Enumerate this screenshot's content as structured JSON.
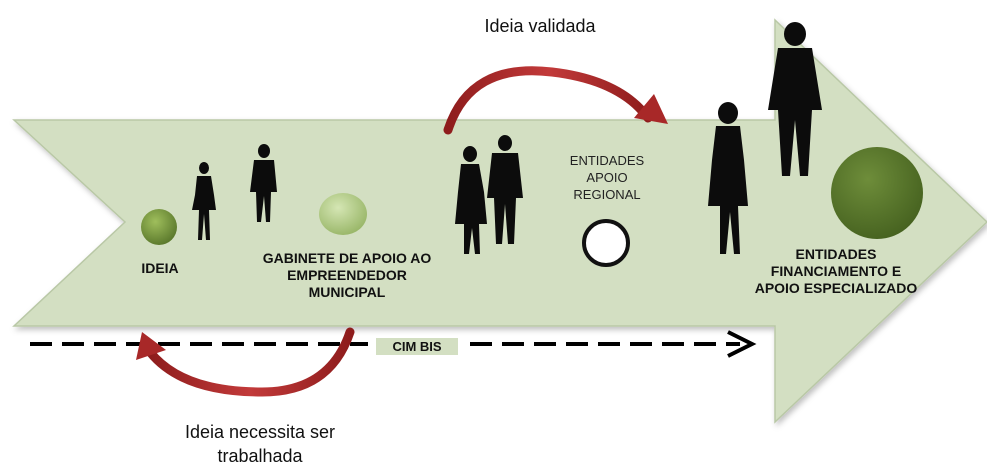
{
  "top_label": "Ideia validada",
  "bottom_label": "Ideia necessita ser trabalhada",
  "timeline_label": "CIM BIS",
  "stages": [
    {
      "label": "IDEIA"
    },
    {
      "label": "GABINETE DE APOIO AO EMPREENDEDOR MUNICIPAL"
    },
    {
      "label": "ENTIDADES APOIO REGIONAL"
    },
    {
      "label": "ENTIDADES FINANCIAMENTO E APOIO ESPECIALIZADO"
    }
  ],
  "colors": {
    "arrow_fill": "#d3dfc2",
    "arrow_stroke": "#b9c8a6",
    "loop_arrow": "#b02a2a",
    "idea_circle": "#6b8a33",
    "gabinete_circle": "#a8c37a",
    "regional_circle": "#ffffff",
    "final_circle": "#56722a",
    "silhouette": "#0c0c0c",
    "dashed_line": "#000000"
  }
}
